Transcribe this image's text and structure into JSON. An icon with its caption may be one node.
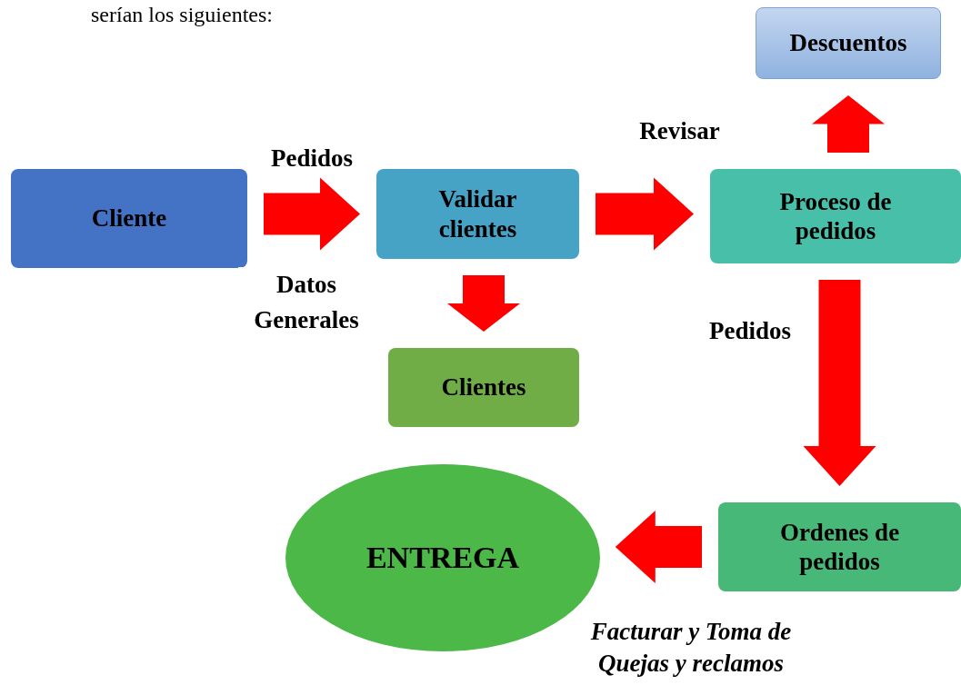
{
  "diagram": {
    "nodes": [
      {
        "text": [
          "Cliente"
        ]
      },
      {
        "text": [
          "Validar clientes"
        ]
      },
      {
        "text": [
          "Proceso de pedidos"
        ]
      },
      {
        "text": [
          "Descuentos"
        ]
      },
      {
        "text": [
          "Clientes"
        ]
      },
      {
        "text": [
          "Ordenes de pedidos"
        ]
      },
      {
        "text": [
          "ENTREGA"
        ],
        "beside": [
          "Facturar y Toma de Quejas y reclamos"
        ]
      }
    ],
    "edges": [
      {
        "from": 0,
        "to": 1,
        "arrow": "to",
        "label": "Pedidos"
      },
      {
        "from": 1,
        "to": 2,
        "arrow": "to",
        "label": "Revisar"
      },
      {
        "from": 1,
        "to": 4,
        "arrow": "to"
      },
      {
        "from": 2,
        "to": 3,
        "arrow": "to"
      },
      {
        "from": 2,
        "to": 5,
        "arrow": "to",
        "label": "Pedidos"
      },
      {
        "from": 5,
        "to": 6,
        "arrow": "to"
      }
    ],
    "labels": [
      "serían los siguientes:",
      "Datos Generales"
    ]
  }
}
